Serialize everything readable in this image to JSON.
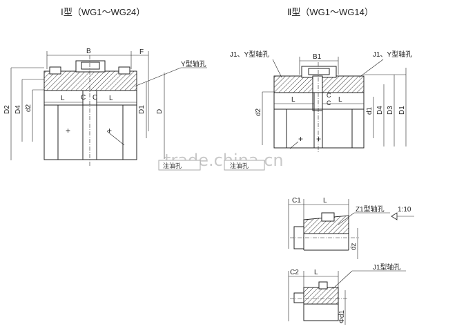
{
  "titles": {
    "type1": "Ⅰ型（WG1～WG24）",
    "type2": "Ⅱ型（WG1～WG14）"
  },
  "labels": {
    "B": "B",
    "F": "F",
    "Y_hole": "Y型轴孔",
    "D2": "D2",
    "D4": "D4",
    "d2": "d2",
    "D1": "D1",
    "D": "D",
    "L": "L",
    "C": "C",
    "J1Y_left": "J1、Y型轴孔",
    "J1Y_right": "J1、Y型轴孔",
    "B1": "B1",
    "d1": "d1",
    "D3": "D3",
    "C1": "C1",
    "Z1_hole": "Z1型轴孔",
    "taper": "1:10",
    "dz": "dz",
    "C2": "C2",
    "J1_hole": "J1型轴孔",
    "phi_d1": "Φd1",
    "note_left": "注油孔",
    "note_right": "注油孔"
  },
  "watermark": "trade.china.cn"
}
